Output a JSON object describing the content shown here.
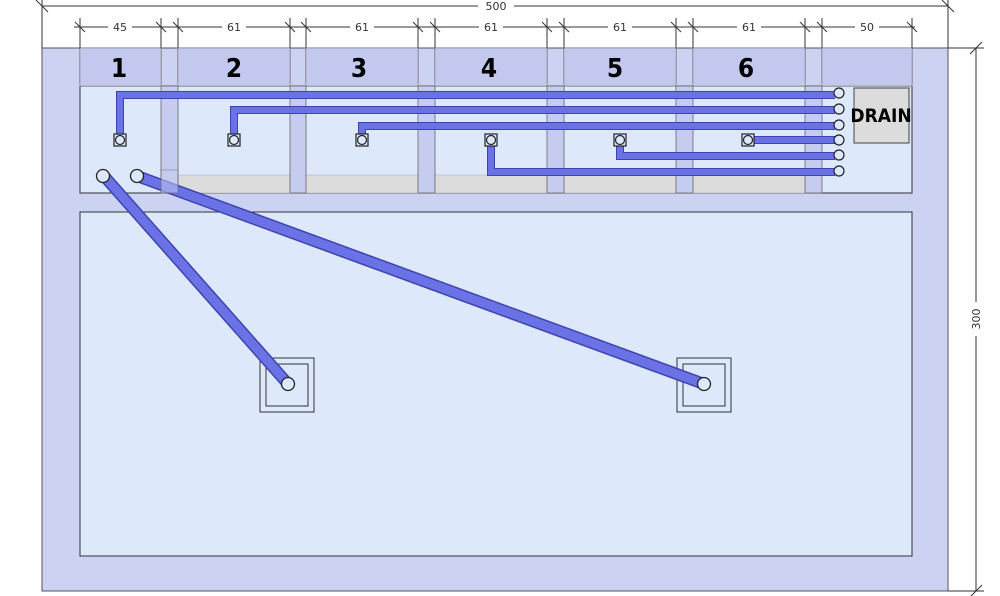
{
  "dimensions": {
    "overall_width": "500",
    "overall_height": "300",
    "bay_widths": [
      "45",
      "61",
      "61",
      "61",
      "61",
      "61",
      "50"
    ]
  },
  "bays": [
    {
      "number": "1"
    },
    {
      "number": "2"
    },
    {
      "number": "3"
    },
    {
      "number": "4"
    },
    {
      "number": "5"
    },
    {
      "number": "6"
    }
  ],
  "drain": {
    "label": "DRAIN"
  },
  "colors": {
    "outer_slab": "#ccd2f2",
    "inner_area": "#dde9fb",
    "pipe": "#6a72e6",
    "pipe_edge": "#3d44b0",
    "outline": "#333333",
    "drain_box": "#dcdcdc"
  }
}
